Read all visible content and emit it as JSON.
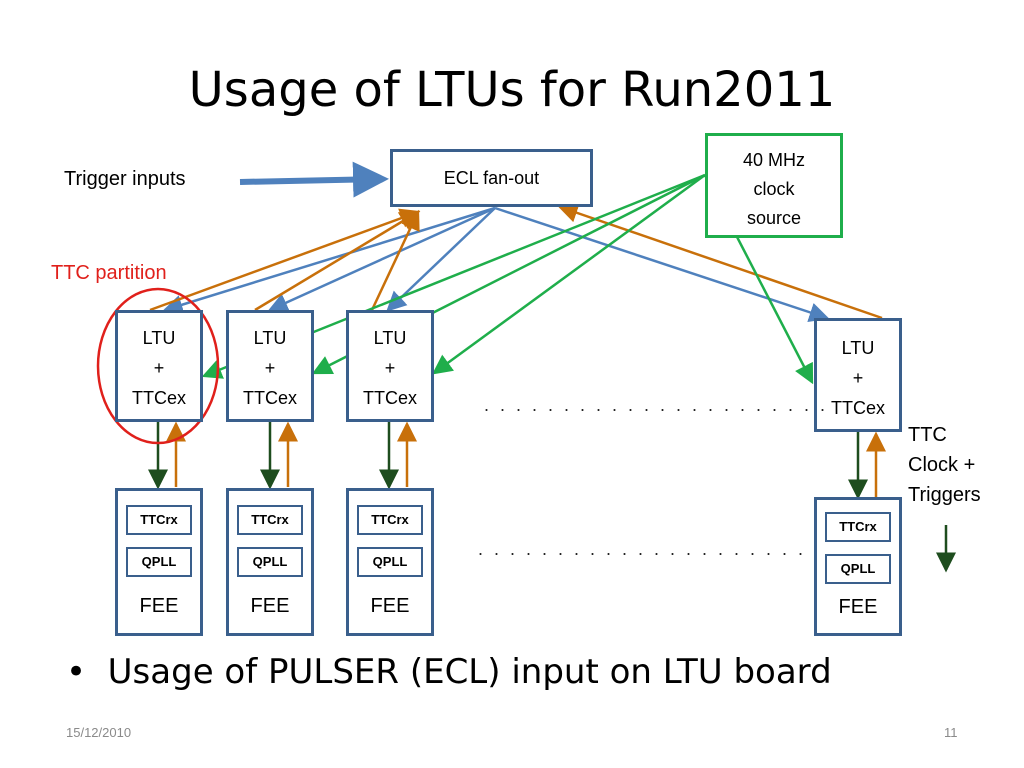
{
  "title": "Usage of LTUs for Run2011",
  "trigger_inputs": "Trigger inputs",
  "ecl_fanout": "ECL fan-out",
  "clock_source": [
    "40 MHz",
    "clock",
    "source"
  ],
  "ttc_partition": "TTC partition",
  "ltu_lines": [
    "LTU",
    "+",
    "TTCex"
  ],
  "ttcrx": "TTCrx",
  "qpll": "QPLL",
  "fee": "FEE",
  "dots": ". . . . . . . . . . . . . . . . . . . . . .",
  "legend": [
    "TTC",
    "Clock +",
    "Triggers"
  ],
  "bullet": "Usage of PULSER (ECL) input on LTU board",
  "footer_date": "15/12/2010",
  "page_number": "11",
  "colors": {
    "box_border": "#3a5f8c",
    "blue_line": "#4f81bd",
    "orange_line": "#c8700a",
    "green_line": "#1fae4b",
    "dark_green": "#1e4d1e",
    "red": "#e0201b"
  }
}
